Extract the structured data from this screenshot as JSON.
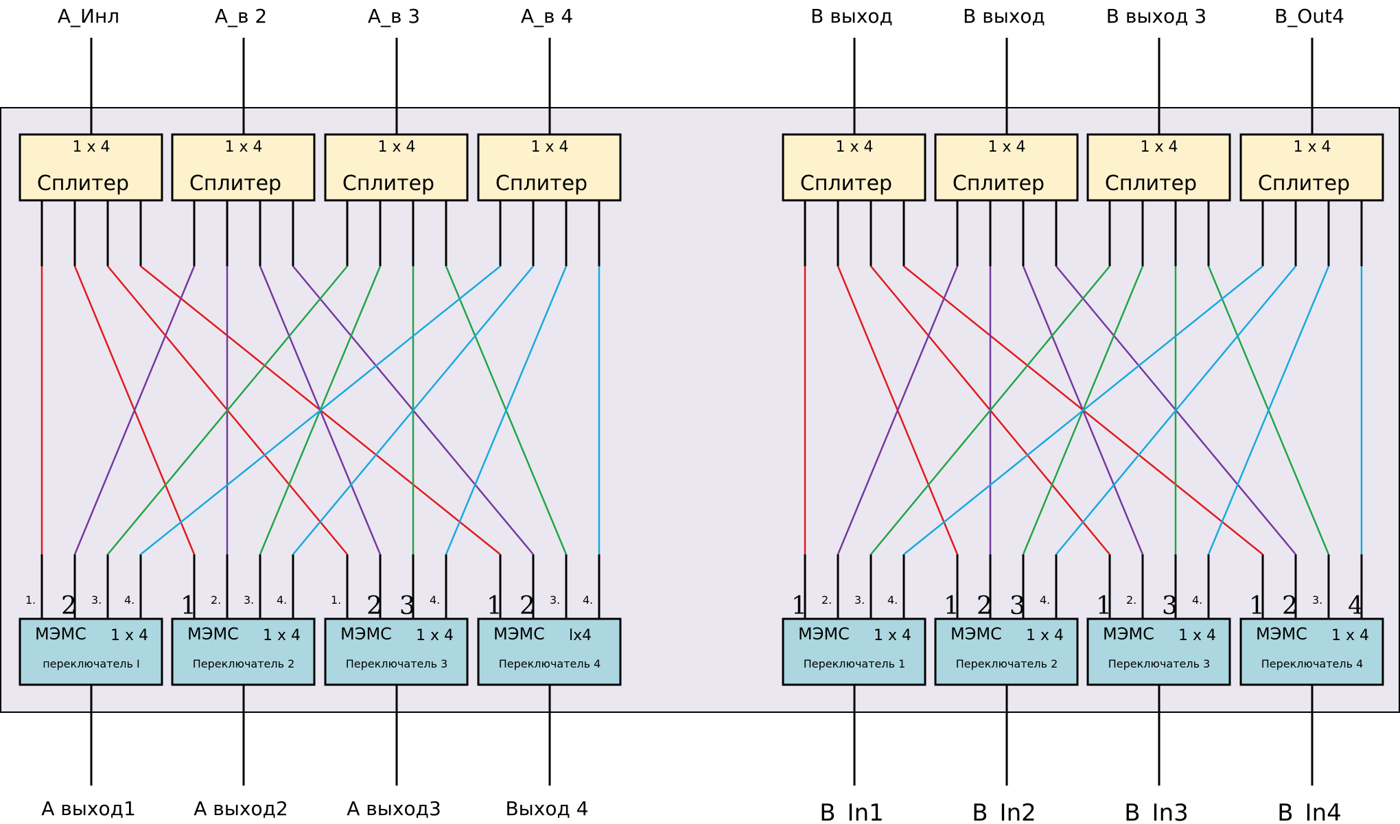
{
  "colors": {
    "panel": "#ebe7f0",
    "panel_border": "#000000",
    "splitter_fill": "#fdf2cc",
    "switch_fill": "#acd7e0",
    "wire": "#000000",
    "group1": "#e0191c",
    "group2": "#7438a0",
    "group3": "#1fa546",
    "group4": "#16a9e0"
  },
  "inputs_top": [
    "А_Инл",
    "А_в 2",
    "А_в 3",
    "А_в 4",
    "В выход",
    "В выход",
    "В выход 3",
    "B_Out4"
  ],
  "outputs_bottom": [
    "А выход1",
    "А выход2",
    "А выход3",
    "Выход 4",
    "B_In1",
    "B_In2",
    "B_In3",
    "B_In4"
  ],
  "splitters": [
    {
      "ratio": "1 x 4",
      "name": "Сплитер"
    },
    {
      "ratio": "1 x 4",
      "name": "Сплитер"
    },
    {
      "ratio": "1 x 4",
      "name": "Сплитер"
    },
    {
      "ratio": "1 x 4",
      "name": "Сплитер"
    },
    {
      "ratio": "1 x 4",
      "name": "Сплитер"
    },
    {
      "ratio": "1 x 4",
      "name": "Сплитер"
    },
    {
      "ratio": "1 x 4",
      "name": "Сплитер"
    },
    {
      "ratio": "1 x 4",
      "name": "Сплитер"
    }
  ],
  "switches": [
    {
      "mems": "МЭМС",
      "ratio": "1 x 4",
      "name": "переключатель I"
    },
    {
      "mems": "МЭМС",
      "ratio": "1 x 4",
      "name": "Переключатель 2"
    },
    {
      "mems": "МЭМС",
      "ratio": "1 x 4",
      "name": "Переключатель 3"
    },
    {
      "mems": "МЭМС",
      "ratio": "lx4",
      "name": "Переключатель 4"
    },
    {
      "mems": "МЭМС",
      "ratio": "1 x 4",
      "name": "Переключатель 1"
    },
    {
      "mems": "МЭМС",
      "ratio": "1 x 4",
      "name": "Переключатель 2"
    },
    {
      "mems": "МЭМС",
      "ratio": "1 x 4",
      "name": "Переключатель 3"
    },
    {
      "mems": "МЭМС",
      "ratio": "1 x 4",
      "name": "Переключатель 4"
    }
  ],
  "port_labels": [
    [
      {
        "t": "1.",
        "s": "small"
      },
      {
        "t": "2",
        "s": "big"
      },
      {
        "t": "3.",
        "s": "small"
      },
      {
        "t": "4.",
        "s": "small"
      }
    ],
    [
      {
        "t": "1",
        "s": "big"
      },
      {
        "t": "2.",
        "s": "small"
      },
      {
        "t": "3.",
        "s": "small"
      },
      {
        "t": "4.",
        "s": "small"
      }
    ],
    [
      {
        "t": "1.",
        "s": "small"
      },
      {
        "t": "2",
        "s": "big"
      },
      {
        "t": "3",
        "s": "big"
      },
      {
        "t": "4.",
        "s": "small"
      }
    ],
    [
      {
        "t": "1",
        "s": "big"
      },
      {
        "t": "2",
        "s": "big"
      },
      {
        "t": "3.",
        "s": "small"
      },
      {
        "t": "4.",
        "s": "small"
      }
    ],
    [
      {
        "t": "1",
        "s": "big"
      },
      {
        "t": "2.",
        "s": "small"
      },
      {
        "t": "3.",
        "s": "small"
      },
      {
        "t": "4.",
        "s": "small"
      }
    ],
    [
      {
        "t": "1",
        "s": "big"
      },
      {
        "t": "2",
        "s": "big"
      },
      {
        "t": "3",
        "s": "big"
      },
      {
        "t": "4.",
        "s": "small"
      }
    ],
    [
      {
        "t": "1",
        "s": "big"
      },
      {
        "t": "2.",
        "s": "small"
      },
      {
        "t": "3",
        "s": "big"
      },
      {
        "t": "4.",
        "s": "small"
      }
    ],
    [
      {
        "t": "1",
        "s": "big"
      },
      {
        "t": "2",
        "s": "big"
      },
      {
        "t": "3.",
        "s": "small"
      },
      {
        "t": "4",
        "s": "big"
      }
    ]
  ],
  "connections": "full-mesh: splitter i port j -> switch j port i"
}
